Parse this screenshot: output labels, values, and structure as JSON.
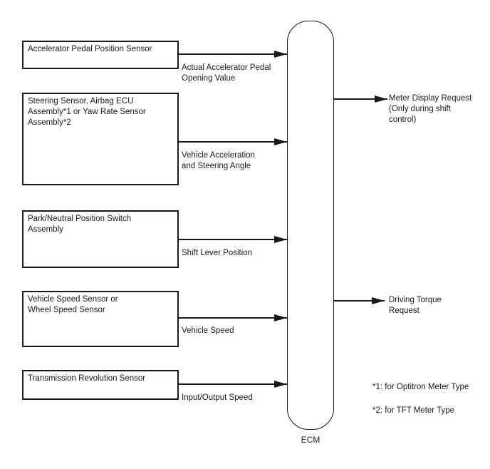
{
  "diagram": {
    "title_hint": "ECM input/output block diagram",
    "ecm": {
      "label": "ECM"
    },
    "inputs": [
      {
        "source": "Accelerator Pedal Position Sensor",
        "signal": "Actual Accelerator Pedal\nOpening Value"
      },
      {
        "source": "Steering Sensor, Airbag ECU\nAssembly*1 or Yaw Rate Sensor\nAssembly*2",
        "signal": "Vehicle Acceleration\nand Steering Angle"
      },
      {
        "source": "Park/Neutral Position Switch\nAssembly",
        "signal": "Shift Lever Position"
      },
      {
        "source": "Vehicle Speed Sensor or\nWheel Speed Sensor",
        "signal": "Vehicle Speed"
      },
      {
        "source": "Transmission Revolution Sensor",
        "signal": "Input/Output Speed"
      }
    ],
    "outputs": [
      {
        "signal": "Meter Display Request\n(Only during shift\ncontrol)"
      },
      {
        "signal": "Driving Torque\nRequest"
      }
    ],
    "footnotes": [
      "*1: for Optitron Meter Type",
      "*2: for TFT Meter Type"
    ],
    "colors": {
      "line": "#1a1a1a",
      "background": "#ffffff"
    }
  }
}
